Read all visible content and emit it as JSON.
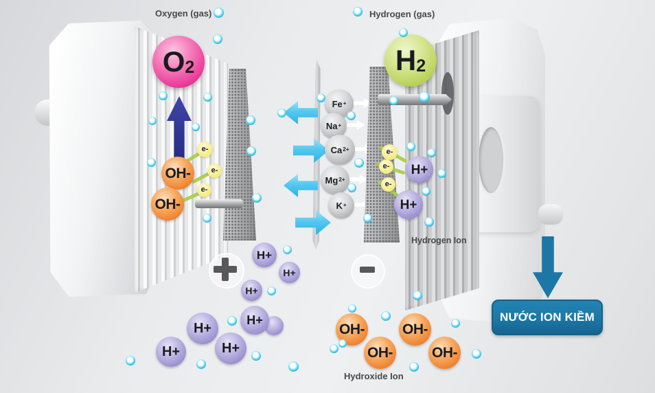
{
  "labels": {
    "oxygen_gas": "Oxygen (gas)",
    "hydrogen_gas": "Hydrogen (gas)",
    "hydrogen_ion": "Hydrogen Ion",
    "hydroxide_ion": "Hydroxide Ion"
  },
  "gases": {
    "o2": {
      "base": "O",
      "sub": "2"
    },
    "h2": {
      "base": "H",
      "sub": "2"
    }
  },
  "membrane_ions": [
    {
      "base": "Fe",
      "charge": "+"
    },
    {
      "base": "Na",
      "charge": "+"
    },
    {
      "base": "Ca",
      "charge": "2+"
    },
    {
      "base": "Mg",
      "charge": "2+"
    },
    {
      "base": "K",
      "charge": "+"
    }
  ],
  "anode_ions": [
    "OH-",
    "OH-"
  ],
  "cathode_ions": [
    "H+",
    "H+"
  ],
  "electrons_left": [
    "e-",
    "e-",
    "e-"
  ],
  "electrons_right": [
    "e-",
    "e-",
    "e-"
  ],
  "bottom_hydrogen_ions": [
    "H+",
    "H+",
    "H+",
    "H+",
    "H+",
    "H+",
    "H+"
  ],
  "bottom_hydroxide_ions": [
    "OH-",
    "OH-",
    "OH-",
    "OH-"
  ],
  "signs": {
    "plus": "+",
    "minus": "−"
  },
  "button": {
    "label": "NƯỚC ION KIỀM"
  },
  "colors": {
    "o2_pink": "#ec3f9b",
    "h2_green": "#bcd45e",
    "hydroxide_orange": "#ee8230",
    "hydrogen_purple": "#978cce",
    "electron_yellow": "#efe45d",
    "ion_gray": "#ababad",
    "bubble_cyan": "#2ab5e4",
    "flow_arrow_cyan": "#55c8f0",
    "oxygen_arrow_navy": "#32399b",
    "water_button_blue": "#1c77a6"
  }
}
